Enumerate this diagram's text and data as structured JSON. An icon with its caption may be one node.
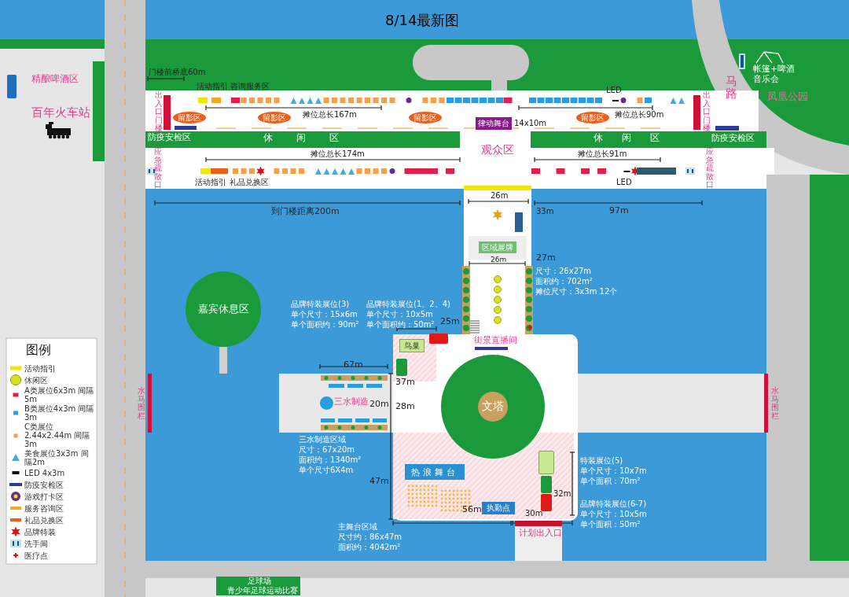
{
  "diagram": {
    "title": "8/14最新图",
    "nodes": [
      {
        "text": [],
        "shape": "bar",
        "beside": [
          "出入口门楼"
        ]
      },
      {
        "text": [],
        "shape": "bar",
        "beside": [
          "出入口门楼"
        ]
      },
      {
        "text": [
          "留影区"
        ]
      },
      {
        "text": [
          "留影区"
        ]
      },
      {
        "text": [
          "留影区"
        ]
      },
      {
        "text": [
          "留影区"
        ]
      },
      {
        "text": [
          "律动舞台"
        ],
        "beside": [
          "14x10m"
        ]
      },
      {
        "text": [
          "防疫安检区",
          "休闲区"
        ]
      },
      {
        "text": [
          "休闲区",
          "防疫安检区"
        ]
      },
      {
        "text": [
          "区域展牌"
        ]
      },
      {
        "text": [
          "鸟巢"
        ]
      },
      {
        "text": [],
        "shape": "box"
      },
      {
        "text": [],
        "shape": "box"
      },
      {
        "text": [
          "三水制造"
        ]
      },
      {
        "text": [],
        "shape": "circle",
        "in": 13
      },
      {
        "text": [
          "热浪舞台"
        ]
      },
      {
        "text": [
          "执勤点"
        ]
      },
      {
        "text": [],
        "shape": "box"
      },
      {
        "text": [],
        "shape": "box"
      },
      {
        "text": [],
        "shape": "box"
      },
      {
        "text": [],
        "shape": "bar",
        "beside": [
          "计划出入口"
        ]
      },
      {
        "text": [
          "嘉宾休息区"
        ]
      },
      {
        "text": [],
        "shape": "circle"
      },
      {
        "text": [
          "文塔"
        ],
        "in": 22
      },
      {
        "text": [],
        "shape": "bar",
        "beside": [
          "水马围栏"
        ]
      },
      {
        "text": [],
        "shape": "bar",
        "beside": [
          "水马围栏"
        ]
      },
      {
        "text": [
          "足球场",
          "青少年足球运动比赛"
        ]
      },
      {
        "text": [],
        "shape": "box"
      }
    ],
    "labels": [
      "精酿啤酒区",
      "百年火车站",
      "门楼前桥底60m",
      "活动指引",
      "咨询服务区",
      "摊位总长167m",
      "LED",
      "摊位总长90m",
      "马路",
      "帐篷+啤酒音乐会",
      "凤凰公园",
      "观众区",
      "应急疏散口",
      "应急疏散口",
      "摊位总长174m",
      "摊位总长91m",
      "活动指引",
      "礼品兑换区",
      "LED",
      "26m",
      "到门楼距离200m",
      "33m",
      "97m",
      "26m",
      "27m",
      "尺寸：26x27m",
      "面积约：702m²",
      "摊位尺寸：3x3m 12个",
      "品牌特装展位(3)",
      "单个尺寸：15x6m",
      "单个面积约：90m²",
      "品牌特装展位(1、2、4)",
      "单个尺寸：10x5m",
      "单个面积约：50m²",
      "25m",
      "街景直播间",
      "67m",
      "37m",
      "20m",
      "28m",
      "三水制造区域",
      "尺寸：67x20m",
      "面积约：1340m²",
      "单个尺寸6X4m",
      "47m",
      "特装展位(5)",
      "单个尺寸：10x7m",
      "单个面积：70m²",
      "32m",
      "品牌特装展位(6-7)",
      "单个尺寸：10x5m",
      "单个面积：50m²",
      "56m",
      "30m",
      "主舞台区域",
      "尺寸约：86x47m",
      "面积约：4042m²",
      "图例"
    ],
    "legend": [
      {
        "text": "活动指引",
        "color": "#f2e600"
      },
      {
        "text": "休闲区"
      },
      {
        "text": "A类展位6x3m 间隔5m",
        "color": "#e0204a"
      },
      {
        "text": "B类展位4x3m 间隔3m",
        "color": "#2a9de0"
      },
      {
        "text": "C类展位2.44x2.44m 间隔3m",
        "color": "#f5a04a"
      },
      {
        "text": "美食展位3x3m 间隔2m"
      },
      {
        "text": "LED 4x3m",
        "color": "#111111"
      },
      {
        "text": "防疫安检区",
        "color": "#2e3a9a"
      },
      {
        "text": "游戏打卡区"
      },
      {
        "text": "服务咨询区",
        "color": "#f5a623"
      },
      {
        "text": "礼品兑换区",
        "color": "#e8601c"
      },
      {
        "text": "品牌特装"
      },
      {
        "text": "洗手间"
      },
      {
        "text": "医疗点"
      }
    ]
  }
}
